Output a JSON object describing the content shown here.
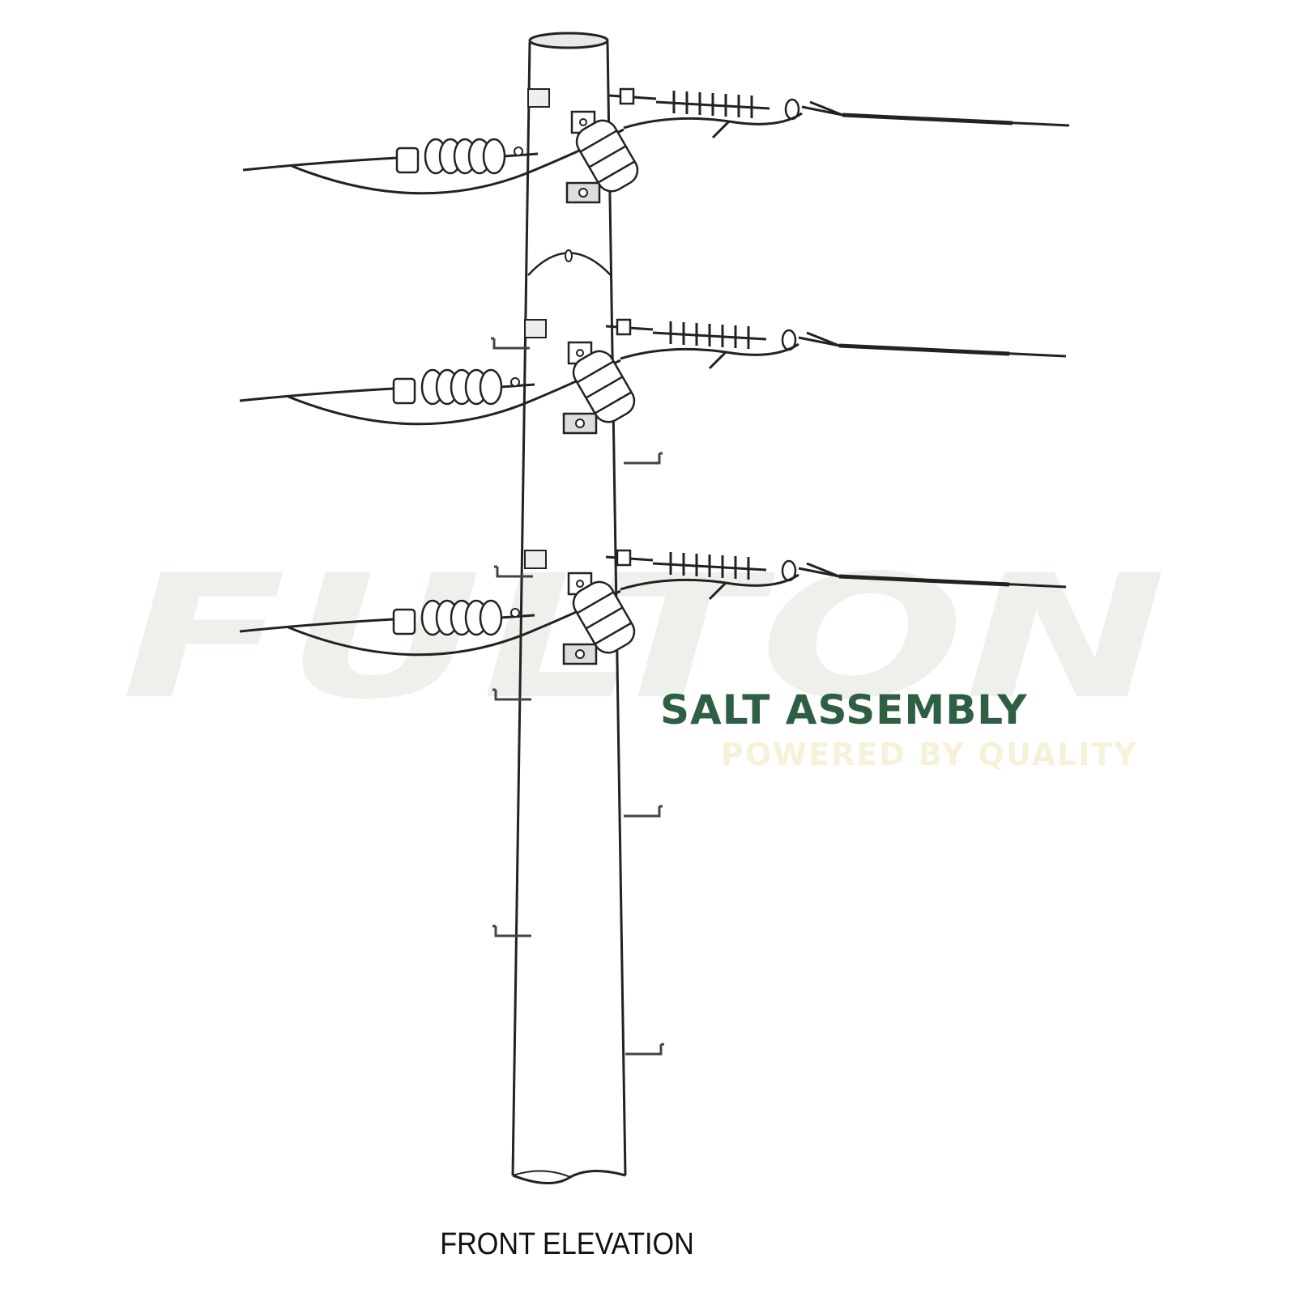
{
  "watermark": {
    "logo_text": "FULTON",
    "brand": "SALT ASSEMBLY",
    "tagline": "POWERED BY QUALITY",
    "logo_color": "#eef0ec",
    "brand_color": "#2f5f43",
    "tagline_color": "#f6f1d9"
  },
  "caption": "FRONT ELEVATION"
}
